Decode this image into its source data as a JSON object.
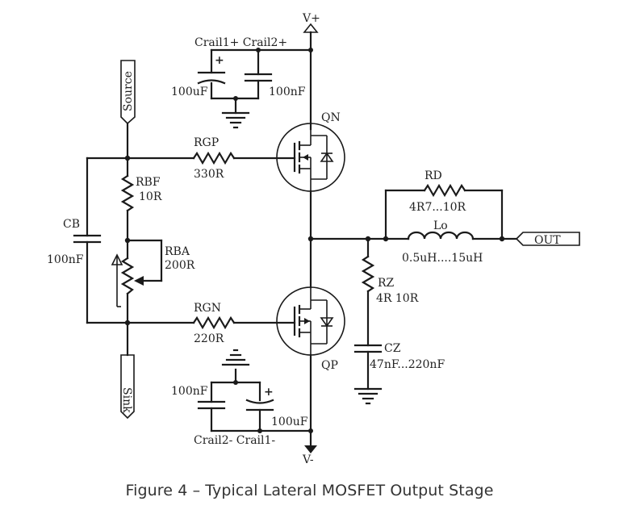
{
  "labels": {
    "vplus": "V+",
    "vminus": "V-",
    "crail_top": "Crail1+ Crail2+",
    "c_top_left": "100uF",
    "c_top_right": "100nF",
    "qn": "QN",
    "qp": "QP",
    "rgp": "RGP",
    "rgp_val": "330R",
    "rgn": "RGN",
    "rgn_val": "220R",
    "rbf": "RBF",
    "rbf_val": "10R",
    "rba": "RBA",
    "rba_val": "200R",
    "cb": "CB",
    "cb_val": "100nF",
    "source": "Source",
    "sink": "Sink",
    "rd": "RD",
    "rd_val": "4R7...10R",
    "lo": "Lo",
    "lo_val": "0.5uH....15uH",
    "out": "OUT",
    "rz": "RZ",
    "rz_val": "4R  10R",
    "cz": "CZ",
    "cz_val": "47nF...220nF",
    "c_bot_left": "100nF",
    "c_bot_right": "100uF",
    "crail_bot": "Crail2-  Crail1-",
    "plus": "+"
  },
  "caption": "Figure 4 – Typical Lateral MOSFET Output Stage"
}
